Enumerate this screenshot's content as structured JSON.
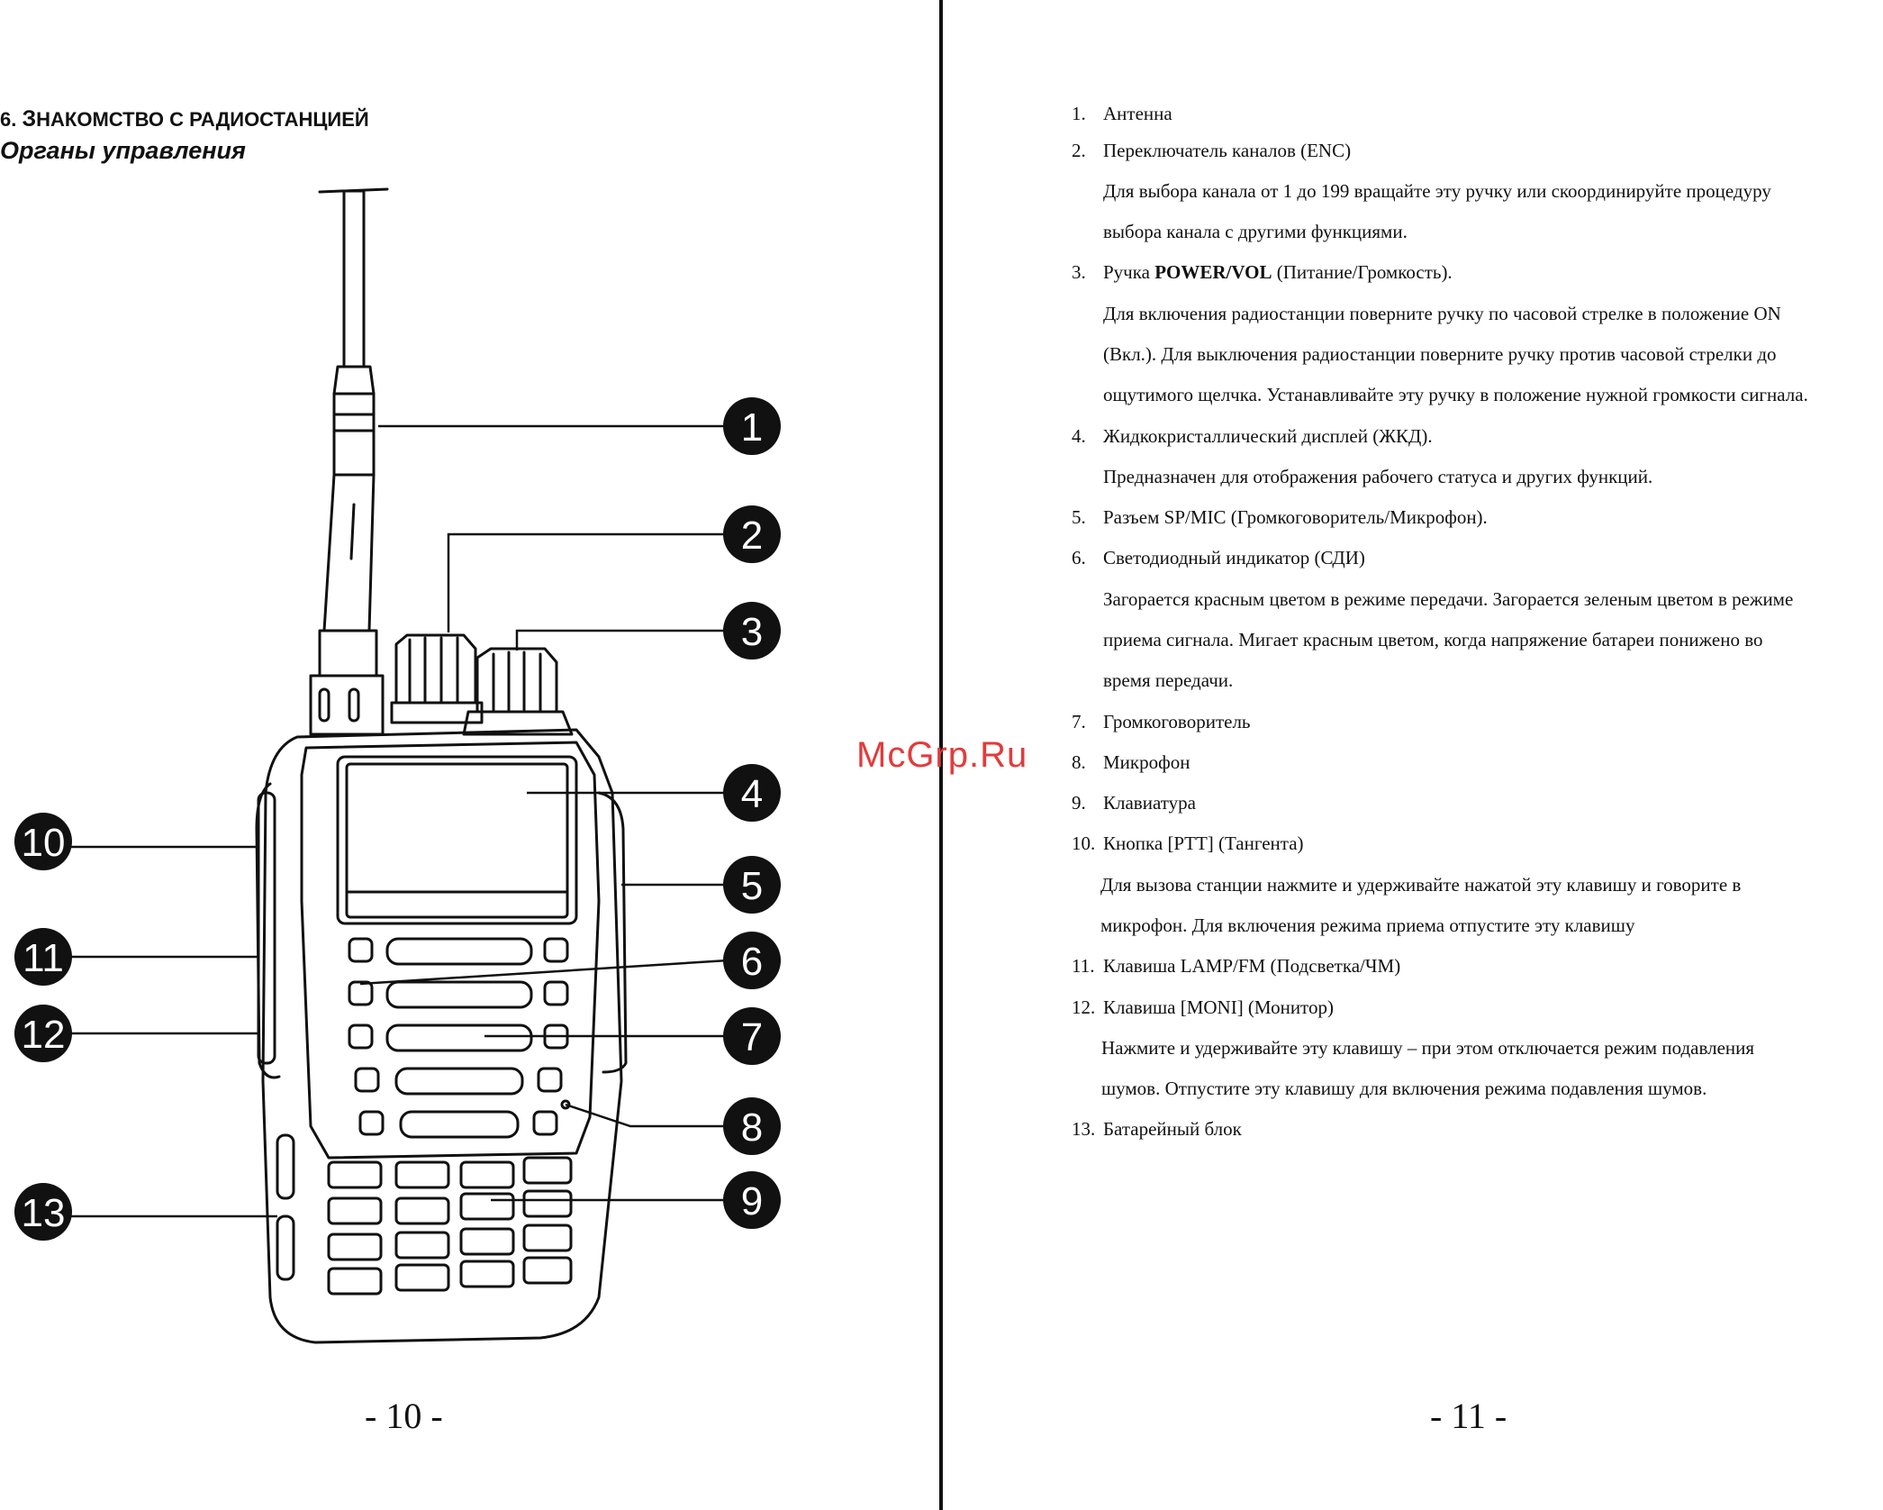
{
  "left_page": {
    "section_number": "6.",
    "section_title_first": "З",
    "section_title_rest": "НАКОМСТВО С РАДИОСТАНЦИЕЙ",
    "subtitle": "Органы управления",
    "callouts": [
      "1",
      "2",
      "3",
      "4",
      "5",
      "6",
      "7",
      "8",
      "9",
      "10",
      "11",
      "12",
      "13"
    ],
    "page_number": "- 10 -"
  },
  "watermark": "McGrp.Ru",
  "right_page": {
    "items": [
      {
        "num": "1.",
        "title": "Антенна",
        "desc": []
      },
      {
        "num": "2.",
        "title": "Переключатель каналов (ENC)",
        "desc": [
          "Для выбора канала от 1 до 199 вращайте эту ручку или скоординируйте процедуру",
          "выбора канала с другими функциями."
        ]
      },
      {
        "num": "3.",
        "title_pre": "Ручка ",
        "title_bold": "POWER/VOL",
        "title_post": " (Питание/Громкость).",
        "desc": [
          "Для включения радиостанции поверните ручку по часовой стрелке в положение ON",
          "(Вкл.). Для выключения радиостанции поверните ручку против часовой стрелки до",
          "ощутимого щелчка. Устанавливайте эту ручку в положение нужной громкости сигнала."
        ]
      },
      {
        "num": "4.",
        "title": "Жидкокристаллический дисплей (ЖКД).",
        "desc": [
          "Предназначен для отображения рабочего статуса и других функций."
        ]
      },
      {
        "num": "5.",
        "title": "Разъем SP/MIC (Громкоговоритель/Микрофон).",
        "desc": []
      },
      {
        "num": "6.",
        "title": "Светодиодный индикатор (СДИ)",
        "desc": [
          "Загорается красным цветом в режиме передачи. Загорается зеленым цветом в режиме",
          "приема сигнала. Мигает красным цветом, когда напряжение батареи понижено во",
          "время передачи."
        ]
      },
      {
        "num": "7.",
        "title": "Громкоговоритель",
        "desc": []
      },
      {
        "num": "8.",
        "title": "Микрофон",
        "desc": []
      },
      {
        "num": "9.",
        "title": "Клавиатура",
        "desc": []
      },
      {
        "num": "10.",
        "title": "Кнопка [PTT]  (Тангента)",
        "desc": [
          "Для вызова станции нажмите и удерживайте нажатой эту клавишу и говорите в",
          "микрофон. Для включения режима приема отпустите эту клавишу"
        ]
      },
      {
        "num": "11.",
        "title": "Клавиша LAMP/FM (Подсветка/ЧМ)",
        "desc": []
      },
      {
        "num": "12.",
        "title": "Клавиша [MONI]  (Монитор)",
        "desc": [
          "Нажмите и удерживайте эту клавишу – при этом отключается режим подавления",
          "шумов. Отпустите эту клавишу для включения режима подавления шумов."
        ]
      },
      {
        "num": "13.",
        "title": "Батарейный блок",
        "desc": []
      }
    ],
    "page_number": "- 11 -"
  }
}
